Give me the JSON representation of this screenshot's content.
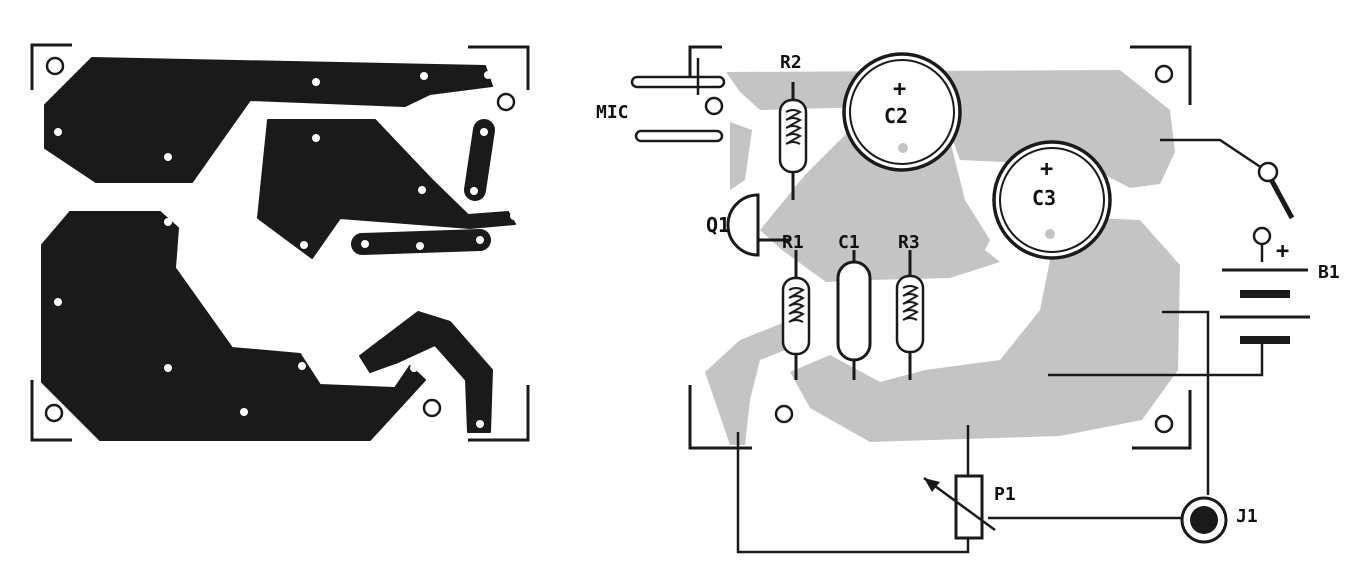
{
  "colors": {
    "ink": "#1a1a1a",
    "copper_top": "#c4c4c4",
    "paper": "#ffffff"
  },
  "labels": {
    "mic": "MIC",
    "r2": "R2",
    "r1": "R1",
    "r3": "R3",
    "c1": "C1",
    "c2": "C2",
    "c3": "C3",
    "q1": "Q1",
    "p1": "P1",
    "j1": "J1",
    "b1": "B1",
    "plus": "+"
  }
}
